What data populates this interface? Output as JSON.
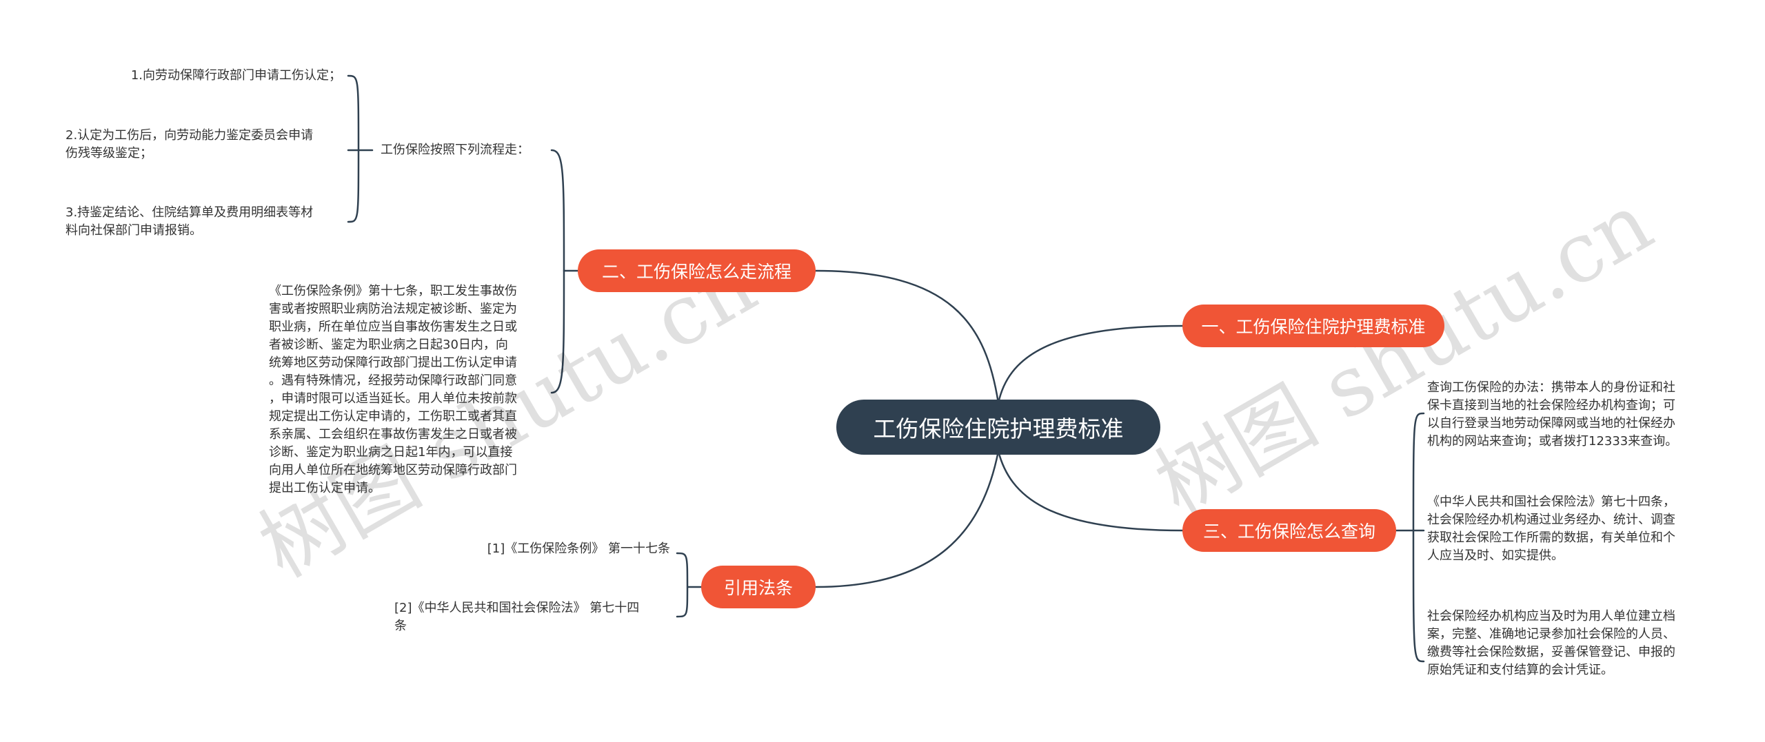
{
  "root": {
    "label": "工伤保险住院护理费标准"
  },
  "branches": {
    "b1": {
      "label": "一、工伤保险住院护理费标准"
    },
    "b2": {
      "label": "二、工伤保险怎么走流程",
      "sub_label": "工伤保险按照下列流程走：",
      "steps": [
        "1.向劳动保障行政部门申请工伤认定；",
        "2.认定为工伤后，向劳动能力鉴定委员会申请\n伤残等级鉴定；",
        "3.持鉴定结论、住院结算单及费用明细表等材\n料向社保部门申请报销。"
      ],
      "article": "《工伤保险条例》第十七条，职工发生事故伤\n害或者按照职业病防治法规定被诊断、鉴定为\n职业病，所在单位应当自事故伤害发生之日或\n者被诊断、鉴定为职业病之日起30日内，向\n统筹地区劳动保障行政部门提出工伤认定申请\n。遇有特殊情况，经报劳动保障行政部门同意\n，申请时限可以适当延长。用人单位未按前款\n规定提出工伤认定申请的，工伤职工或者其直\n系亲属、工会组织在事故伤害发生之日或者被\n诊断、鉴定为职业病之日起1年内，可以直接\n向用人单位所在地统筹地区劳动保障行政部门\n提出工伤认定申请。"
    },
    "b3": {
      "label": "三、工伤保险怎么查询",
      "items": [
        "查询工伤保险的办法：携带本人的身份证和社\n保卡直接到当地的社会保险经办机构查询；可\n以自行登录当地劳动保障网或当地的社保经办\n机构的网站来查询；或者拨打12333来查询。",
        "《中华人民共和国社会保险法》第七十四条，\n社会保险经办机构通过业务经办、统计、调查\n获取社会保险工作所需的数据，有关单位和个\n人应当及时、如实提供。",
        "社会保险经办机构应当及时为用人单位建立档\n案，完整、准确地记录参加社会保险的人员、\n缴费等社会保险数据，妥善保管登记、申报的\n原始凭证和支付结算的会计凭证。"
      ]
    },
    "b4": {
      "label": "引用法条",
      "items": [
        "[1]《工伤保险条例》 第一十七条",
        "[2]《中华人民共和国社会保险法》 第七十四\n条"
      ]
    }
  },
  "watermarks": [
    "树图 shutu.cn",
    "树图 shutu.cn"
  ],
  "colors": {
    "root": "#2f4050",
    "branch": "#f05536",
    "link": "#2f4050"
  }
}
